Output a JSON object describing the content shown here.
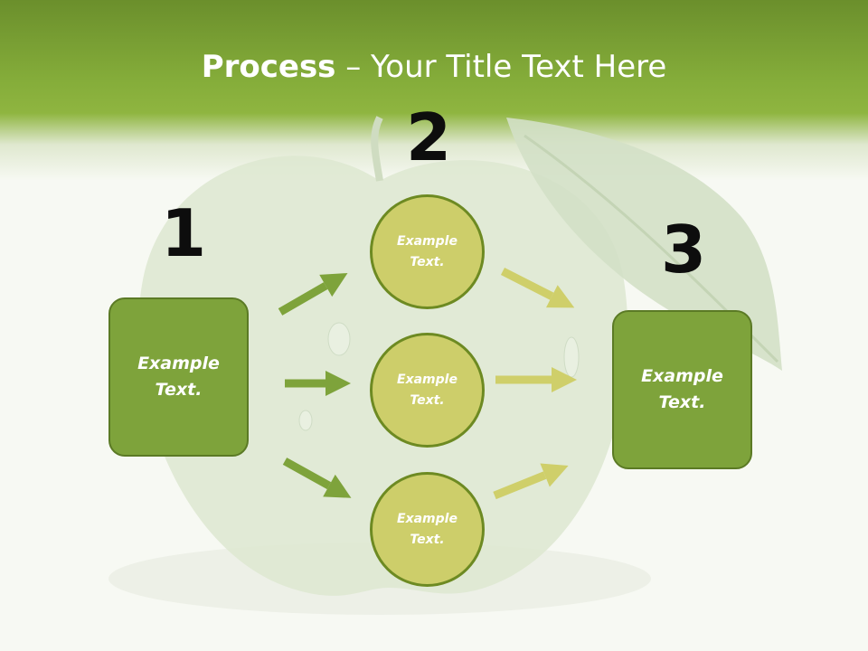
{
  "title": {
    "bold": "Process",
    "rest": " – Your Title Text Here"
  },
  "steps": [
    {
      "number": "1",
      "text": "Example\nText."
    },
    {
      "number": "2",
      "items": [
        "Example\nText.",
        "Example\nText.",
        "Example\nText."
      ]
    },
    {
      "number": "3",
      "text": "Example\nText."
    }
  ],
  "colors": {
    "title_band": "#85ad3a",
    "box_fill": "#7ea33b",
    "circle_fill": "#cdce6a",
    "arrow_left": "#7ea33b",
    "arrow_right": "#cfcf6a"
  },
  "icons": {
    "background": "green-apple-with-leaf",
    "connectors": "arrow-icon"
  }
}
